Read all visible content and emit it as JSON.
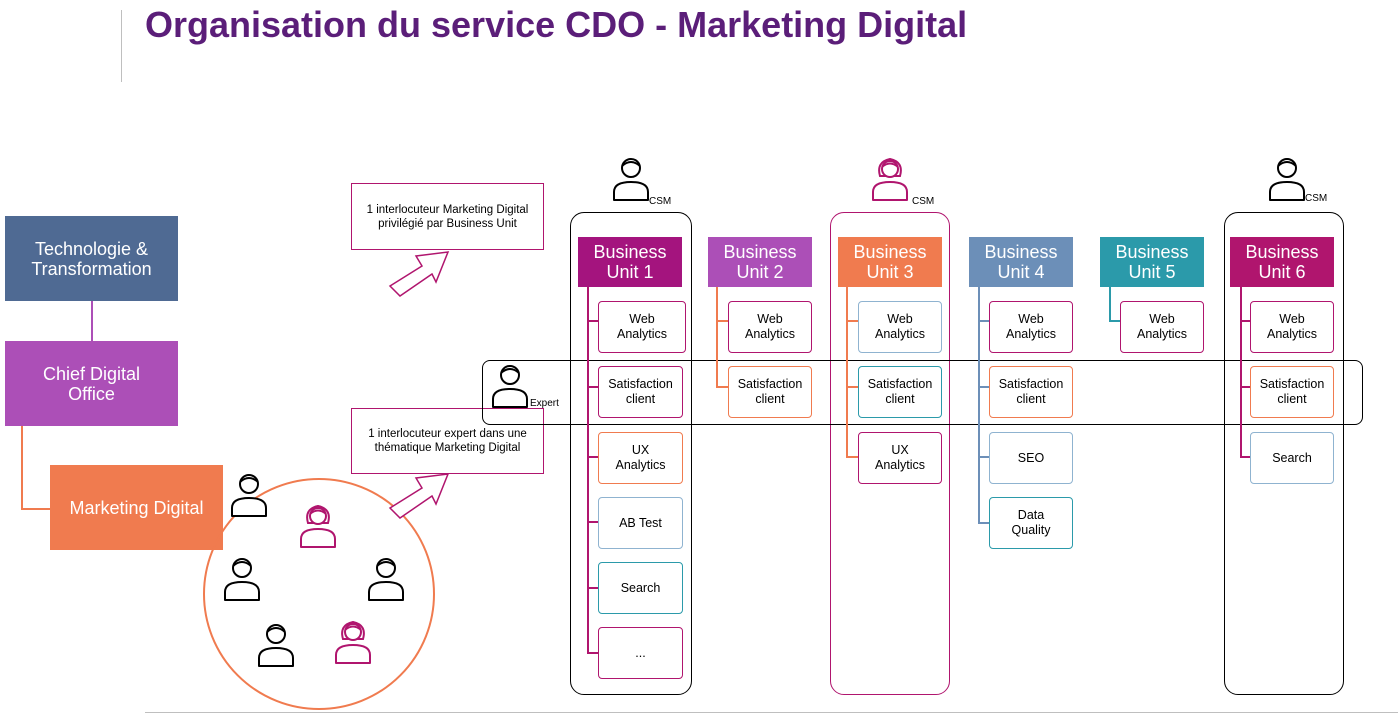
{
  "title": "Organisation du service CDO - Marketing Digital",
  "org": {
    "tech": "Technologie & Transformation",
    "cdo": "Chief Digital Office",
    "marketing": "Marketing Digital"
  },
  "callouts": {
    "top": "1 interlocuteur Marketing Digital privilégié par Business Unit",
    "bottom": "1 interlocuteur expert dans une thématique Marketing Digital"
  },
  "labels": {
    "csm": "CSM",
    "expert": "Expert"
  },
  "business_units": [
    {
      "line1": "Business",
      "line2": "Unit 1",
      "color": "#a4147e",
      "items": [
        "Web Analytics",
        "Satisfaction client",
        "UX Analytics",
        "AB Test",
        "Search",
        "..."
      ]
    },
    {
      "line1": "Business",
      "line2": "Unit 2",
      "color": "#ac4fb7",
      "items": [
        "Web Analytics",
        "Satisfaction client"
      ]
    },
    {
      "line1": "Business",
      "line2": "Unit 3",
      "color": "#f07b4f",
      "items": [
        "Web Analytics",
        "Satisfaction client",
        "UX Analytics"
      ]
    },
    {
      "line1": "Business",
      "line2": "Unit 4",
      "color": "#6c8fb8",
      "items": [
        "Web Analytics",
        "Satisfaction client",
        "SEO",
        "Data Quality"
      ]
    },
    {
      "line1": "Business",
      "line2": "Unit 5",
      "color": "#2b9aaa",
      "items": [
        "Web Analytics"
      ]
    },
    {
      "line1": "Business",
      "line2": "Unit 6",
      "color": "#b0156e",
      "items": [
        "Web Analytics",
        "Satisfaction client",
        "Search"
      ]
    }
  ],
  "colors": {
    "title": "#5b1e79",
    "tech": "#4f6a93",
    "cdo": "#ac4fb7",
    "marketing": "#f07b4f",
    "magenta": "#b0156e"
  }
}
